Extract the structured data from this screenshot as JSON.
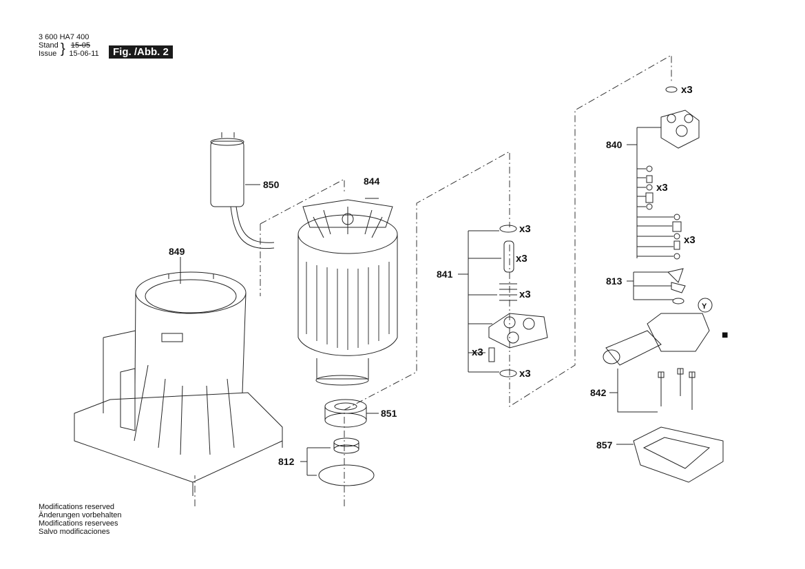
{
  "header": {
    "doc_number": "3 600 HA7 400",
    "stand_label": "Stand",
    "stand_value": "15-05",
    "issue_label": "Issue",
    "issue_value": "15-06-11",
    "figure_label": "Fig. /Abb. 2"
  },
  "parts": {
    "p850": "850",
    "p844": "844",
    "p849": "849",
    "p851": "851",
    "p812": "812",
    "p841": "841",
    "p840": "840",
    "p813": "813",
    "p842": "842",
    "p857": "857"
  },
  "quantities": {
    "q_840_top": "x3",
    "q_840_mid": "x3",
    "q_840_low": "x3",
    "q_841_a": "x3",
    "q_841_b": "x3",
    "q_841_c": "x3",
    "q_841_d": "x3",
    "q_841_e": "x3"
  },
  "markers": {
    "y_label": "Y",
    "square": "■"
  },
  "footer": {
    "line1": "Modifications reserved",
    "line2": "Änderungen vorbehalten",
    "line3": "Modifications reservees",
    "line4": "Salvo modificaciones"
  }
}
